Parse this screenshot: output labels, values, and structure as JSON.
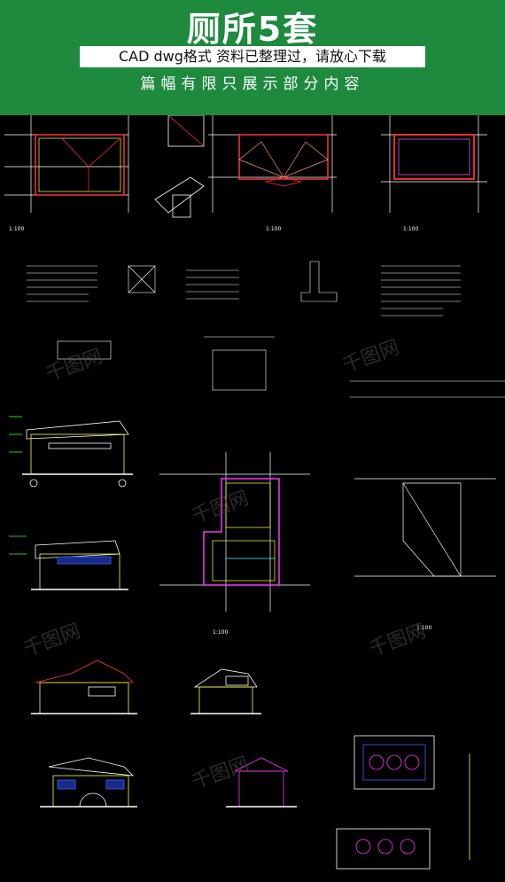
{
  "header": {
    "title": "厕所5套",
    "subtitle_box": "CAD  dwg格式 资料已整理过，请放心下载",
    "subtitle": "篇幅有限只展示部分内容"
  },
  "colors": {
    "header_bg": "#1d8a3e",
    "cad_bg": "#000000",
    "cad_line_white": "#ffffff",
    "cad_line_green": "#33ff33",
    "cad_line_yellow": "#ffff33",
    "cad_line_red": "#ff3333",
    "cad_line_magenta": "#ff33ff",
    "cad_line_blue": "#3366ff",
    "cad_line_cyan": "#33ffff"
  },
  "watermark": "千图网",
  "drawings": [
    {
      "id": "plan-1",
      "icon": "floor-plan-icon"
    },
    {
      "id": "detail-1",
      "icon": "section-detail-icon"
    },
    {
      "id": "plan-2",
      "icon": "floor-plan-icon"
    },
    {
      "id": "plan-3",
      "icon": "floor-plan-icon"
    },
    {
      "id": "notes-1",
      "icon": "text-notes-icon"
    },
    {
      "id": "elevation-1",
      "icon": "elevation-icon"
    },
    {
      "id": "plan-4",
      "icon": "floor-plan-icon"
    },
    {
      "id": "roof-plan",
      "icon": "roof-plan-icon"
    },
    {
      "id": "elevation-2",
      "icon": "elevation-icon"
    },
    {
      "id": "elevation-3",
      "icon": "elevation-icon"
    },
    {
      "id": "elevation-4",
      "icon": "elevation-icon"
    },
    {
      "id": "section-1",
      "icon": "section-icon"
    },
    {
      "id": "detail-2",
      "icon": "detail-icon"
    }
  ]
}
